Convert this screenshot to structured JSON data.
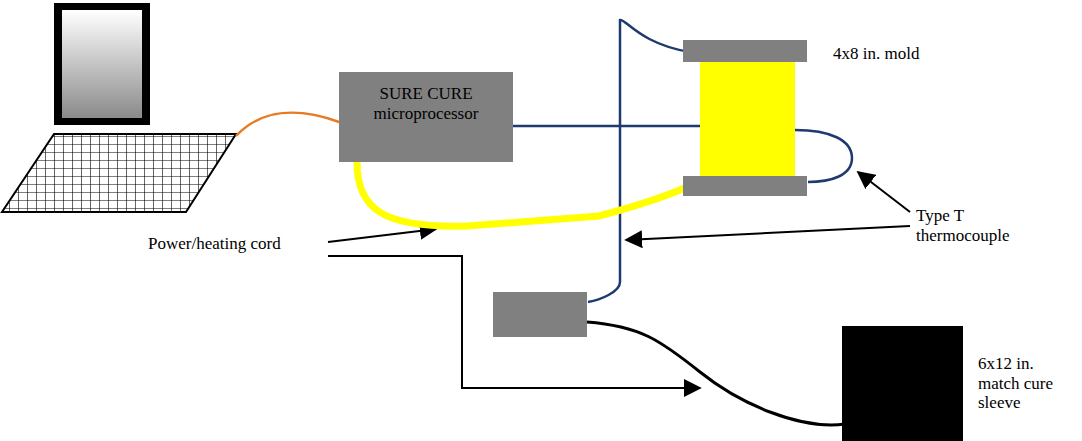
{
  "diagram": {
    "nodes": [
      {
        "text": [
          "SURE CURE microprocessor"
        ]
      },
      {
        "text": [
          "4x8 in. mold"
        ]
      },
      {
        "text": [
          "6x12 in. match cure sleeve"
        ]
      }
    ],
    "edges": [
      {
        "from": 0,
        "to": 1,
        "arrow": "none"
      },
      {
        "from": 0,
        "to": 1,
        "arrow": "none"
      }
    ],
    "labels": [
      "Power/heating cord",
      "Type T thermocouple"
    ]
  }
}
